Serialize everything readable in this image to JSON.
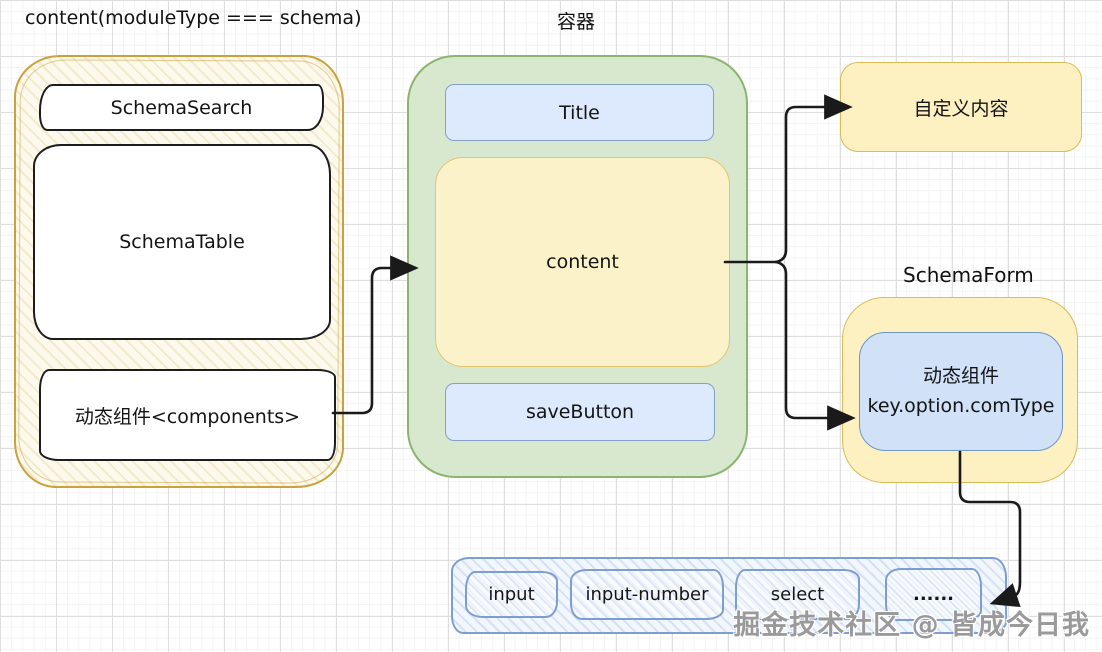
{
  "titles": {
    "condition": "content(moduleType === schema)",
    "container": "容器",
    "schema_form": "SchemaForm"
  },
  "left_panel": {
    "search": "SchemaSearch",
    "table": "SchemaTable",
    "components": "动态组件<components>"
  },
  "container_panel": {
    "title": "Title",
    "content": "content",
    "save_button": "saveButton"
  },
  "right_panel": {
    "custom_content": "自定义内容",
    "dynamic_component_line1": "动态组件",
    "dynamic_component_line2": "key.option.comType"
  },
  "component_strip": {
    "items": [
      "input",
      "input-number",
      "select",
      "......"
    ]
  },
  "watermark": "掘金技术社区 @ 皆成今日我",
  "colors": {
    "left_group_border": "#c9a23d",
    "left_group_fill": "#fdf9ec",
    "green_fill": "#d7e8ce",
    "green_border": "#8ab46f",
    "blue_fill": "#dde9fc",
    "blue_border": "#84a0c8",
    "content_fill": "#fcf2ca",
    "content_border": "#e2c46f",
    "yellow_fill": "#fdf0c1",
    "yellow_border": "#dcba57",
    "inner_blue_fill": "#d0e1f8",
    "inner_blue_border": "#7095c6",
    "strip_border": "#7d9ed1",
    "arrow": "#1a1a1a"
  }
}
